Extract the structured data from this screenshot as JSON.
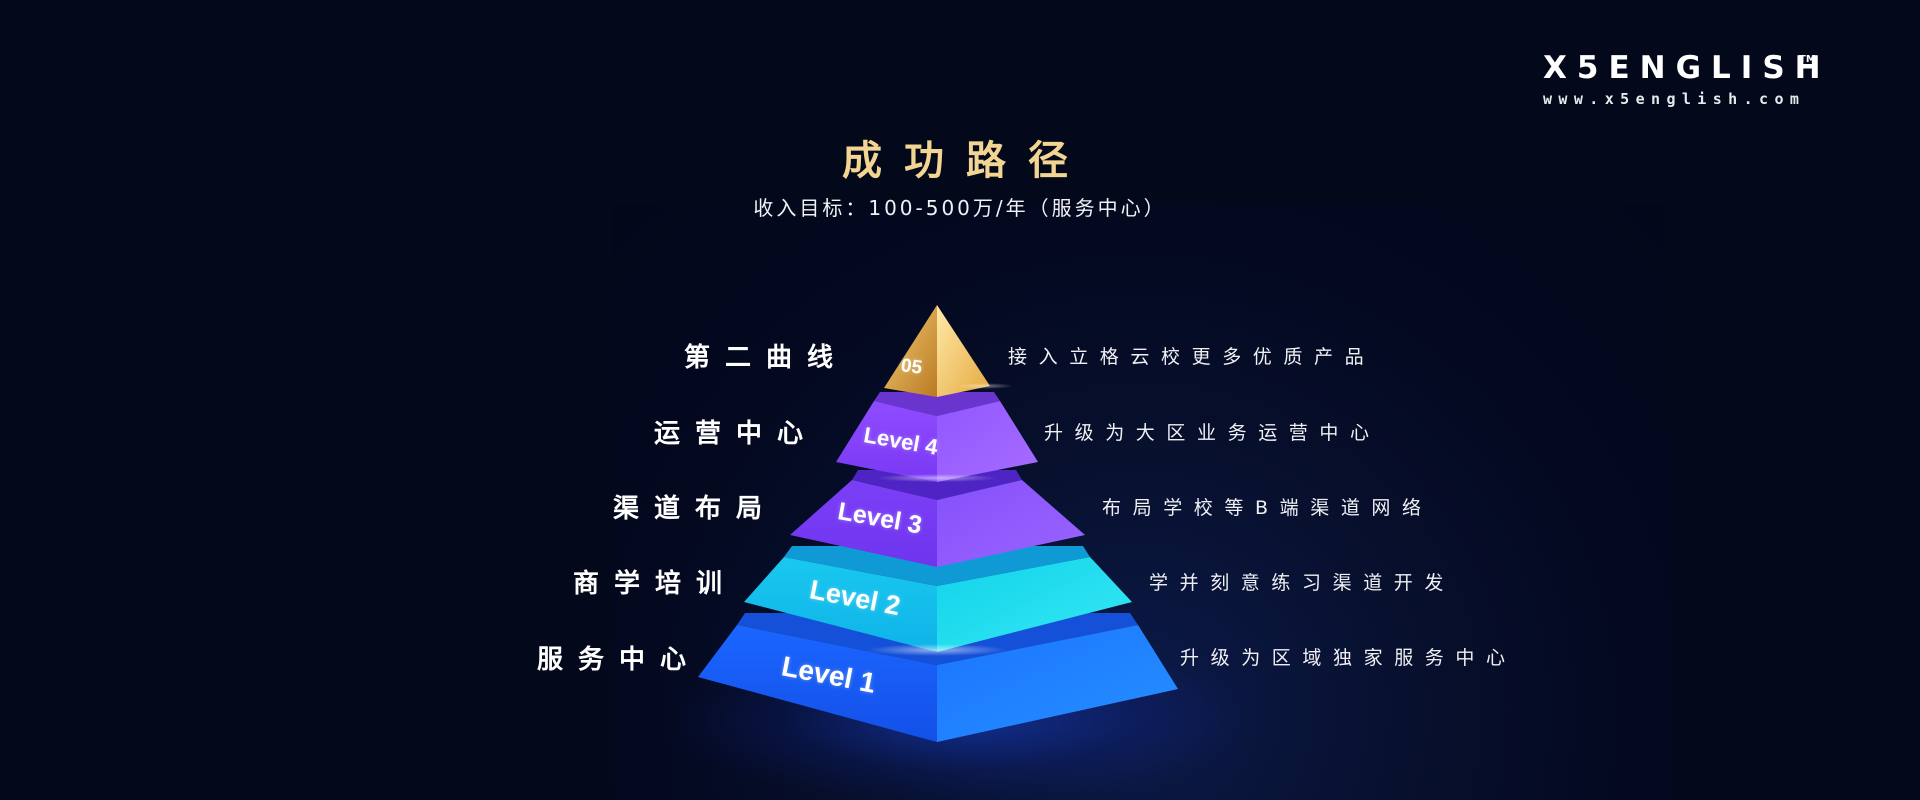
{
  "brand": {
    "name": "X5ENGLISH",
    "trademark": "TM",
    "url": "www.x5english.com"
  },
  "header": {
    "title": "成功路径",
    "subtitle": "收入目标：100-500万/年（服务中心）"
  },
  "colors": {
    "background": "#03081a",
    "title_gold": "#f3d593",
    "tip_gold": "#e0a842",
    "level4_purple": "#8a4dff",
    "level3_purple": "#7c47fb",
    "level2_cyan": "#1fd6ea",
    "level1_blue": "#1c6bff"
  },
  "pyramid": {
    "levels": [
      {
        "tag": "05",
        "name": "第二曲线",
        "description": "接入立格云校更多优质产品"
      },
      {
        "tag": "Level 4",
        "name": "运营中心",
        "description": "升级为大区业务运营中心"
      },
      {
        "tag": "Level 3",
        "name": "渠道布局",
        "description": "布局学校等B端渠道网络"
      },
      {
        "tag": "Level 2",
        "name": "商学培训",
        "description": "学并刻意练习渠道开发"
      },
      {
        "tag": "Level 1",
        "name": "服务中心",
        "description": "升级为区域独家服务中心"
      }
    ]
  }
}
